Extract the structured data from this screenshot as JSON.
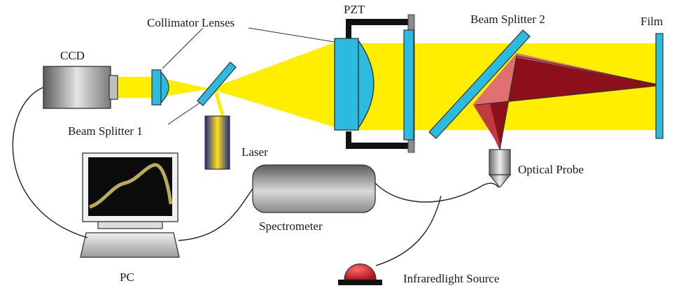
{
  "labels": {
    "collimator": "Collimator Lenses",
    "pzt": "PZT",
    "beam_splitter_2": "Beam Splitter 2",
    "film": "Film",
    "ccd": "CCD",
    "beam_splitter_1": "Beam Splitter 1",
    "laser": "Laser",
    "optical_probe": "Optical Probe",
    "spectrometer": "Spectrometer",
    "pc": "PC",
    "infrared_source": "Infraredlight Source"
  },
  "colors": {
    "beam": "#ffee00",
    "optic": "#2bbbe0",
    "reflection": "#8c0f1b",
    "reflection_light": "#e07070",
    "infrared_dome": "#d42030",
    "mount": "#111111"
  }
}
